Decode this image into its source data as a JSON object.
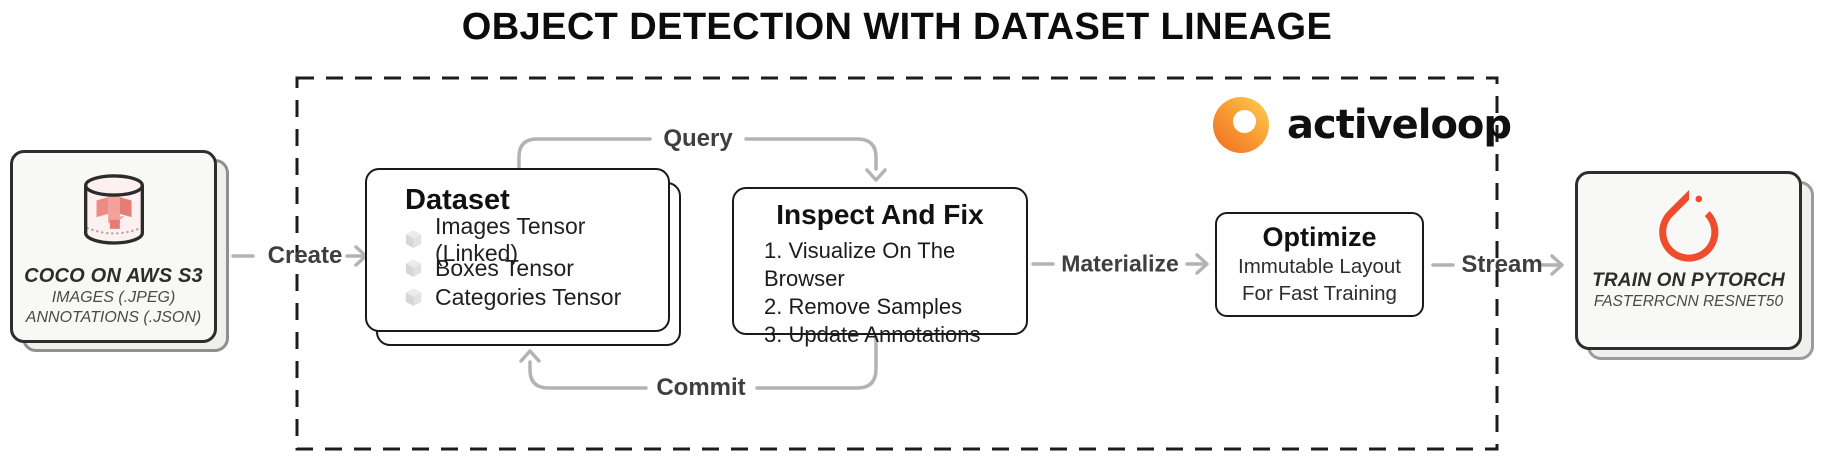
{
  "title": "OBJECT DETECTION WITH DATASET LINEAGE",
  "brand": {
    "wordmark": "activeloop",
    "logo_icon": "activeloop-donut-icon",
    "logo_orange": "#f0722a",
    "logo_yellow": "#ffd152"
  },
  "source_card": {
    "icon": "s3-bucket-cylinder-icon",
    "title": "COCO ON AWS S3",
    "line1": "IMAGES (.JPEG)",
    "line2": "ANNOTATIONS (.JSON)"
  },
  "dataset_card": {
    "title": "Dataset",
    "bullet_icon": "cube-icon",
    "items": [
      "Images Tensor (Linked)",
      "Boxes Tensor",
      "Categories Tensor"
    ]
  },
  "inspect_card": {
    "title": "Inspect And Fix",
    "items": [
      "1. Visualize On The Browser",
      "2. Remove Samples",
      "3. Update Annotations"
    ]
  },
  "optimize_card": {
    "title": "Optimize",
    "line1": "Immutable Layout",
    "line2": "For Fast Training"
  },
  "train_card": {
    "icon": "pytorch-flame-icon",
    "title": "TRAIN ON PYTORCH",
    "subtitle": "FASTERRCNN RESNET50",
    "pytorch_red": "#ee4c2c"
  },
  "connectors": {
    "create": "Create",
    "query": "Query",
    "commit": "Commit",
    "materialize": "Materialize",
    "stream": "Stream",
    "line_color": "#b3b3b3",
    "label_color": "#3f3f3f"
  },
  "colors": {
    "dashed_border": "#1c1c1c",
    "card_border_dark": "#2d2d2d",
    "card_bg_light": "#f8f8f6",
    "s3_pink_fill": "#fcf0f1",
    "s3_salmon": "#ee8d86"
  }
}
